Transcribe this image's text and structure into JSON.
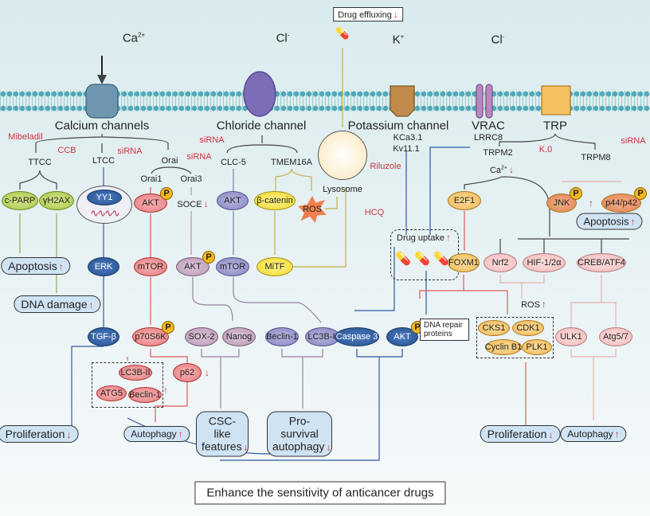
{
  "top": {
    "drug_effluxing": "Drug effluxing",
    "efflux_ind": "↓",
    "ca": "Ca",
    "ca_sup": "2+",
    "cl1": "Cl",
    "cl1_sup": "-",
    "k": "K",
    "k_sup": "+",
    "cl2": "Cl",
    "cl2_sup": "-"
  },
  "channels": {
    "calcium": "Calcium channels",
    "chloride": "Chloride channel",
    "potassium": "Potassium channel",
    "vrac": "VRAC",
    "lrrc8": "LRRC8",
    "trp": "TRP"
  },
  "inhibitors": {
    "mibeladil": "Mibeladil",
    "ccb": "CCB",
    "sirna_orai1": "siRNA",
    "sirna_orai3": "siRNA",
    "sirna_clc5": "siRNA",
    "riluzole": "Riluzole",
    "hcq": "HCQ",
    "k0": "K.0",
    "sirna_trpm8": "siRNA"
  },
  "targets": {
    "ttcc": "TTCC",
    "ltcc": "LTCC",
    "orai": "Orai",
    "orai1": "Orai1",
    "orai3": "Orai3",
    "clc5": "CLC-5",
    "tmem16a": "TMEM16A",
    "kca31": "KCa3.1",
    "kv111": "Kv11.1",
    "trpm2": "TRPM2",
    "trpm8": "TRPM8",
    "ca2": "Ca",
    "ca2_sup": "2+",
    "ca2_ind": "↓",
    "lysosome": "Lysosome"
  },
  "nodes": {
    "cparp": "c-PARP",
    "gh2ax": "γH2AX",
    "yy1": "YY1",
    "akt1": "AKT",
    "soce": "SOCE",
    "soce_ind": "↓",
    "akt_cl": "AKT",
    "bcatenin": "β-catenin",
    "ros": "ROS",
    "jnk": "JNK",
    "jnk_ind": "↑",
    "p44": "p44/p42",
    "e2f1": "E2F1",
    "erk": "ERK",
    "mtor1": "mTOR",
    "akt2": "AKT",
    "mtor2": "mTOR",
    "mitf": "MiTF",
    "drug_uptake": "Drug uptake",
    "uptake_ind": "↑",
    "foxm1": "FOXM1",
    "nrf2": "Nrf2",
    "hif": "HIF-1/2α",
    "creb": "CREB/ATF4",
    "ros2": "ROS",
    "ros2_ind": "↑",
    "tgfb": "TGF-β",
    "p70": "p70S6K",
    "sox2": "SOX-2",
    "nanog": "Nanog",
    "beclin1": "Beclin-1",
    "lc3b": "LC3B-II",
    "casp3": "Caspase 3",
    "akt3": "AKT",
    "dna_repair": "DNA repair proteins",
    "cks1": "CKS1",
    "cdk1": "CDK1",
    "cyclinb1": "Cyclin B1",
    "plk1": "PLK1",
    "ulk1": "ULK1",
    "atg57": "Atg5/7",
    "lc3b2": "LC3B-II",
    "atg5": "ATG5",
    "beclin2": "Beclin-1",
    "beclin2_ind": "↑",
    "p62": "p62",
    "p62_ind": "↓",
    "phospho": "P"
  },
  "outcomes": {
    "apoptosis1": "Apoptosis",
    "apoptosis1_ind": "↑",
    "dna_damage": "DNA damage",
    "dna_damage_ind": "↑",
    "apoptosis2": "Apoptosis",
    "apoptosis2_ind": "↑",
    "prolif1": "Proliferation",
    "prolif1_ind": "↓",
    "autophagy1": "Autophagy",
    "autophagy1_ind": "↑",
    "csc": "CSC-like features",
    "csc_ind": "↓",
    "prosurv": "Pro-survival autophagy",
    "prosurv_ind": "↓",
    "prolif2": "Proliferation",
    "prolif2_ind": "↓",
    "autophagy2": "Autophagy",
    "autophagy2_ind": "↑"
  },
  "conclusion": "Enhance the sensitivity of anticancer drugs",
  "colors": {
    "inhibitor": "#d0323c",
    "calcium_path": "#2d5a9e",
    "akt_path": "#e05a5a",
    "chloride_path": "#8684c0",
    "tmem_path": "#d4b040",
    "trp_path": "#f2b8b8"
  }
}
